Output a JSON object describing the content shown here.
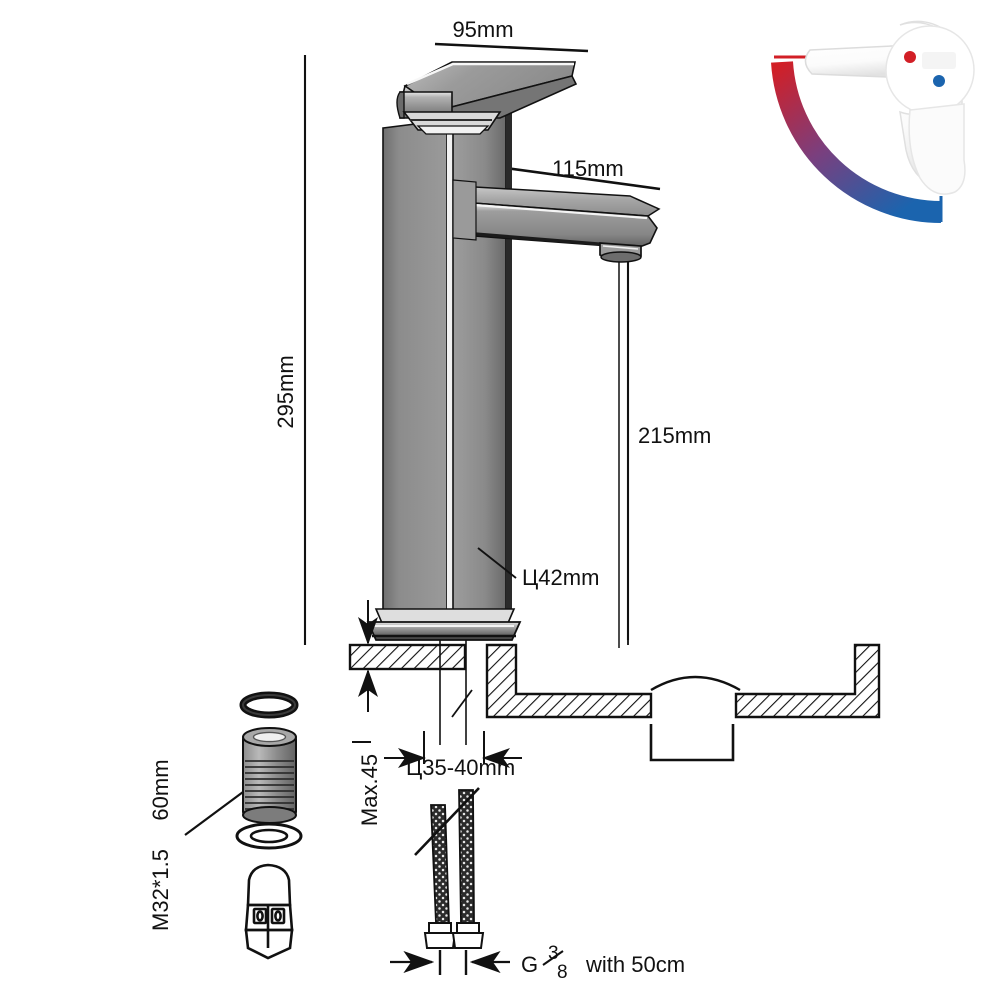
{
  "drawing": {
    "title": "Basin Mixer Tap Technical Dimension Drawing",
    "type": "technical-dimension-drawing",
    "units": "mm"
  },
  "dimensions": {
    "handle_width": "95mm",
    "spout_reach": "115mm",
    "total_height": "295mm",
    "spout_height": "215mm",
    "body_diameter": "Ц42mm",
    "hole_diameter": "Ц35-40mm",
    "max_counter_thickness": "Max.45",
    "shank_thread": "M32*1.5",
    "shank_length": "60mm",
    "hose_spec": "G",
    "hose_fraction_numerator": "3",
    "hose_fraction_denominator": "8",
    "hose_length_label": "with 50cm"
  },
  "parts": {
    "oring_top": "o-ring-seal",
    "threaded_sleeve": "threaded-shank-sleeve",
    "washer": "flat-washer",
    "mounting_nut": "hex-mounting-nut",
    "hose_left": "braided-supply-hose-left",
    "hose_right": "braided-supply-hose-right",
    "counter": "countertop-cross-section",
    "basin": "basin-drain-opening"
  },
  "logo": {
    "name": "hot-cold-mixer-icon",
    "hot_color": "#d21f26",
    "cold_color": "#1b64ae",
    "lever_color": "#ffffff",
    "hot_dot": "#d21f26",
    "cold_dot": "#1b64ae"
  },
  "colors": {
    "line": "#111111",
    "chrome_light": "#d8d8d8",
    "chrome_mid": "#8f8f8f",
    "chrome_dark": "#4a4a4a",
    "background": "#ffffff"
  }
}
